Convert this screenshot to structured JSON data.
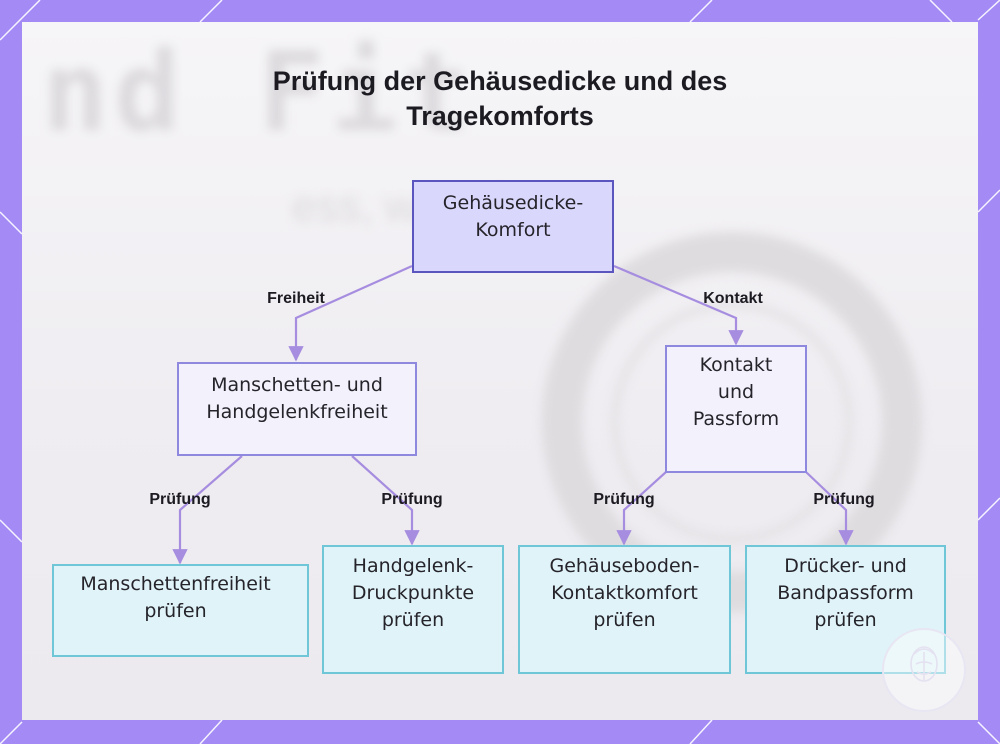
{
  "title": {
    "line1": "Prüfung der Gehäusedicke und des",
    "line2": "Tragekomforts"
  },
  "nodes": {
    "root": "Gehäusedicke-\nKomfort",
    "left": "Manschetten- und\nHandgelenkfreiheit",
    "right": "Kontakt\nund\nPassform",
    "leaf1": "Manschettenfreiheit\nprüfen",
    "leaf2": "Handgelenk-\nDruckpunkte\nprüfen",
    "leaf3": "Gehäuseboden-\nKontaktkomfort\nprüfen",
    "leaf4": "Drücker- und\nBandpassform\nprüfen"
  },
  "edges": {
    "root_left": "Freiheit",
    "root_right": "Kontakt",
    "left_leaf1": "Prüfung",
    "left_leaf2": "Prüfung",
    "right_leaf3": "Prüfung",
    "right_leaf4": "Prüfung"
  },
  "colors": {
    "frame": "#a48af5",
    "edge": "#a68de0",
    "root_fill": "#d9d7fb",
    "root_border": "#5a55bf",
    "mid_fill": "#f3f2fc",
    "leaf_fill": "#dff3f8",
    "leaf_border": "#6ec6d7"
  },
  "icons": [
    "napkin-logo-icon"
  ]
}
